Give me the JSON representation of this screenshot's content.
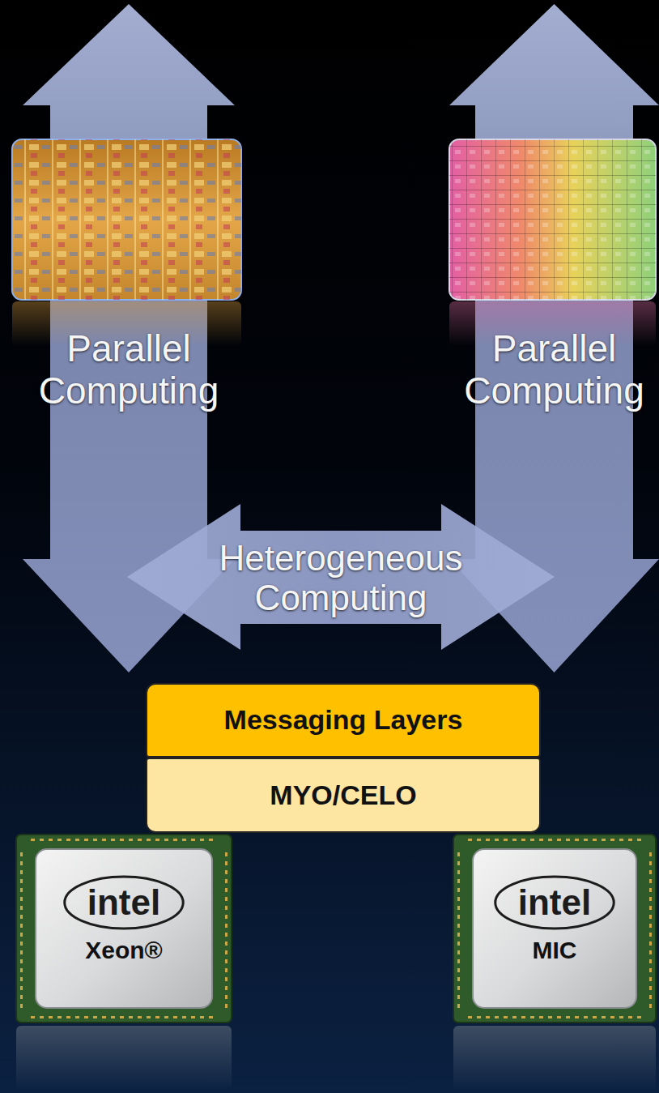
{
  "diagram": {
    "nodes": [
      {
        "text": [
          "Parallel Computing"
        ]
      },
      {
        "text": [
          "Parallel Computing"
        ]
      },
      {
        "text": [
          "Heterogeneous Computing"
        ]
      },
      {
        "text": [
          "Messaging Layers"
        ]
      },
      {
        "text": [
          "MYO/CELO"
        ]
      },
      {
        "text": [
          "intel",
          "Xeon®"
        ]
      },
      {
        "text": [
          "intel",
          "MIC"
        ]
      }
    ]
  }
}
